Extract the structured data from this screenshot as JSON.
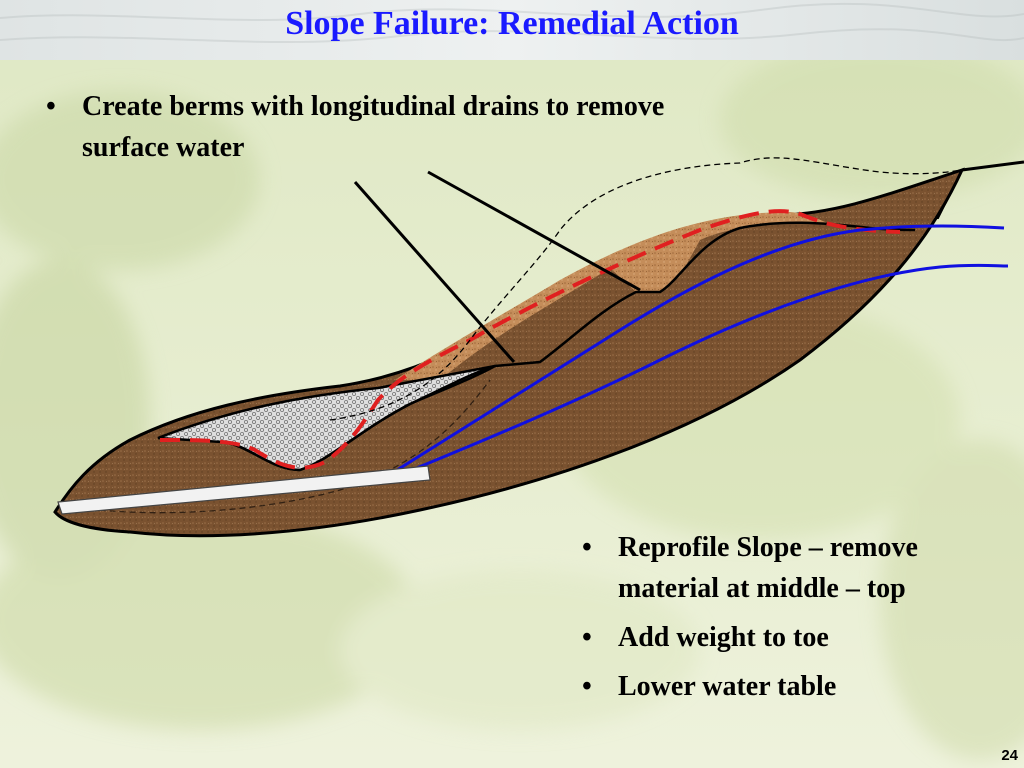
{
  "slide": {
    "title": "Slope Failure: Remedial Action",
    "page_number": "24"
  },
  "top_bullets": [
    "Create berms with longitudinal drains to remove surface water"
  ],
  "bottom_bullets": [
    "Reprofile Slope – remove material at middle – top",
    "Add weight to toe",
    "Lower water table"
  ],
  "bullet_glyph": "•",
  "colors": {
    "title": "#1a1aff",
    "failure_surface": "#e02020",
    "water_table": "#1010e0",
    "soil_dark": "#7a5230",
    "soil_light": "#c48d5a",
    "toe_fill": "#d8d8d8",
    "drain_pipe": "#f2f2f2"
  }
}
